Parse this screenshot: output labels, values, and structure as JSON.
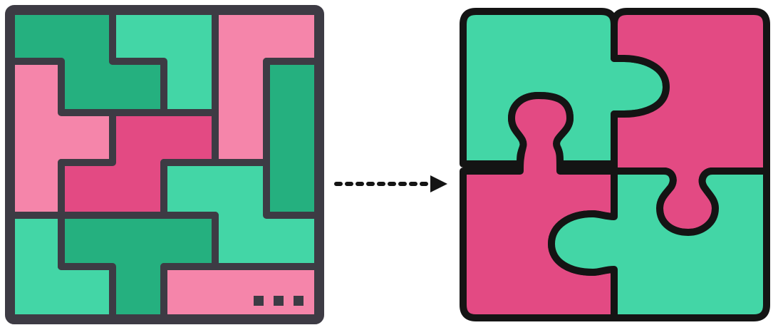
{
  "colors": {
    "outline": "#3d3b44",
    "outline_dark": "#141414",
    "green_light": "#43d6a6",
    "green_dark": "#25b07f",
    "pink_light": "#f585aa",
    "pink_dark": "#e34a83",
    "background": "#ffffff"
  },
  "diagram": {
    "left_figure": "tetromino-grid",
    "connector": "dotted-arrow",
    "right_figure": "jigsaw-puzzle-2x2",
    "ellipsis_dots": 3
  },
  "icons": [
    "tetris-blocks-icon",
    "dotted-arrow-icon",
    "jigsaw-puzzle-icon"
  ]
}
